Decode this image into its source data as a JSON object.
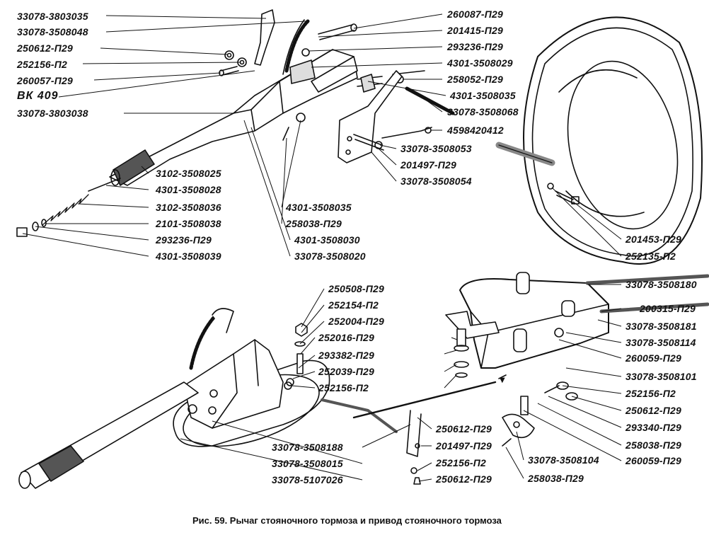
{
  "colors": {
    "ink": "#111111",
    "paper": "#ffffff",
    "shade": "#b5b5b5"
  },
  "caption": "Рис. 59. Рычаг стояночного тормоза и привод стояночного тормоза",
  "labels": [
    "33078-3803035",
    "33078-3508048",
    "250612-П29",
    "252156-П2",
    "260057-П29",
    "ВК 409",
    "33078-3803038",
    "260087-П29",
    "201415-П29",
    "293236-П29",
    "4301-3508029",
    "258052-П29",
    "4301-3508035",
    "33078-3508068",
    "4598420412",
    "33078-3508053",
    "201497-П29",
    "33078-3508054",
    "3102-3508025",
    "4301-3508028",
    "3102-3508036",
    "2101-3508038",
    "293236-П29",
    "4301-3508039",
    "4301-3508035",
    "258038-П29",
    "4301-3508030",
    "33078-3508020",
    "201453-П29",
    "252135-П2",
    "250508-П29",
    "252154-П2",
    "252004-П29",
    "252016-П29",
    "293382-П29",
    "252039-П29",
    "252156-П2",
    "33078-3508180",
    "200315-П29",
    "33078-3508181",
    "33078-3508114",
    "260059-П29",
    "33078-3508101",
    "252156-П2",
    "250612-П29",
    "293340-П29",
    "258038-П29",
    "260059-П29",
    "250612-П29",
    "201497-П29",
    "33078-3508104",
    "252156-П2",
    "250612-П29",
    "258038-П29",
    "33078-3508188",
    "33078-3508015",
    "33078-5107026"
  ]
}
